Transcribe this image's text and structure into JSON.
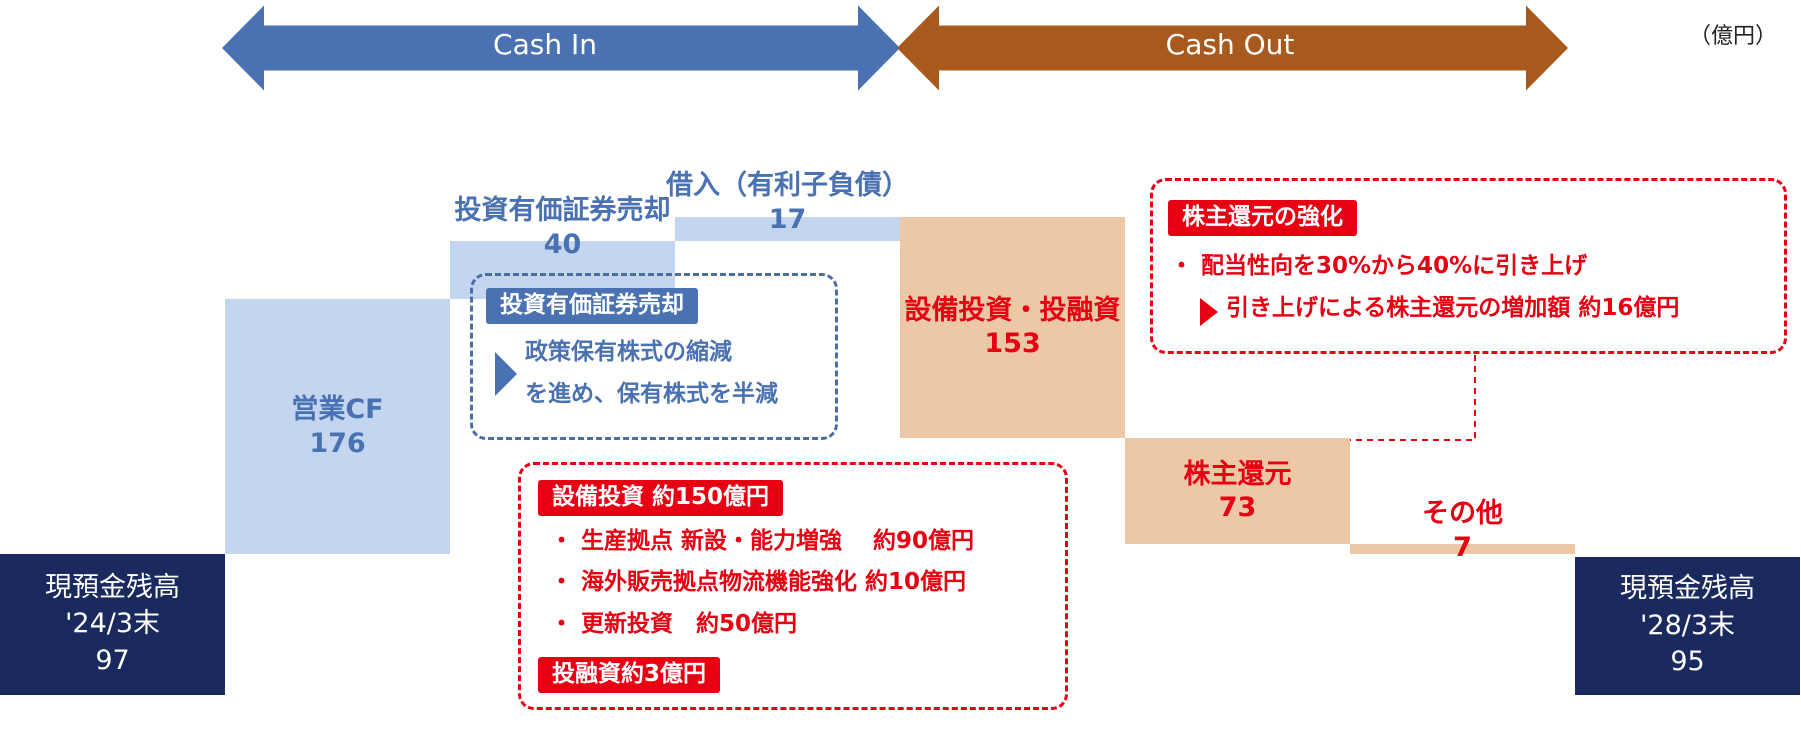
{
  "unit": "（億円）",
  "arrows": {
    "cash_in": "Cash In",
    "cash_out": "Cash Out"
  },
  "colors": {
    "navy": "#1a2a5e",
    "inflow": "#c3d5ef",
    "inflow_text": "#4a72b2",
    "outflow": "#edc8a6",
    "outflow_text": "#e60012",
    "arrow_in": "#4a72b2",
    "arrow_out": "#a85a1e",
    "accent_red": "#e60012"
  },
  "chart_data": {
    "type": "waterfall",
    "title": "",
    "unit": "億円",
    "steps": [
      {
        "label": "現預金残高\n'24/3末",
        "name_lines": [
          "現預金残高",
          "'24/3末"
        ],
        "value": 97,
        "kind": "total"
      },
      {
        "label": "営業CF",
        "name_lines": [
          "営業CF"
        ],
        "value": 176,
        "kind": "increase"
      },
      {
        "label": "投資有価証券売却",
        "name_lines": [
          "投資有価証券売却"
        ],
        "value": 40,
        "kind": "increase"
      },
      {
        "label": "借入（有利子負債）",
        "name_lines": [
          "借入（有利子負債）"
        ],
        "value": 17,
        "kind": "increase"
      },
      {
        "label": "設備投資・投融資",
        "name_lines": [
          "設備投資・投融資"
        ],
        "value": 153,
        "kind": "decrease"
      },
      {
        "label": "株主還元",
        "name_lines": [
          "株主還元"
        ],
        "value": 73,
        "kind": "decrease"
      },
      {
        "label": "その他",
        "name_lines": [
          "その他"
        ],
        "value": 7,
        "kind": "decrease"
      },
      {
        "label": "現預金残高\n'28/3末",
        "name_lines": [
          "現預金残高",
          "'28/3末"
        ],
        "value": 95,
        "kind": "total"
      }
    ]
  },
  "notes": {
    "securities": {
      "tag": "投資有価証券売却",
      "lines": [
        "政策保有株式の縮減",
        "を進め、保有株式を半減"
      ]
    },
    "capex": {
      "tag": "設備投資 約150億円",
      "items": [
        "・ 生産拠点 新設・能力増強　 約90億円",
        "・ 海外販売拠点物流機能強化 約10億円",
        "・ 更新投資　約50億円"
      ],
      "tag2": "投融資約3億円"
    },
    "shareholder": {
      "tag": "株主還元の強化",
      "line1": "・ 配当性向を30%から40%に引き上げ",
      "line2": "引き上げによる株主還元の増加額 約16億円"
    }
  }
}
